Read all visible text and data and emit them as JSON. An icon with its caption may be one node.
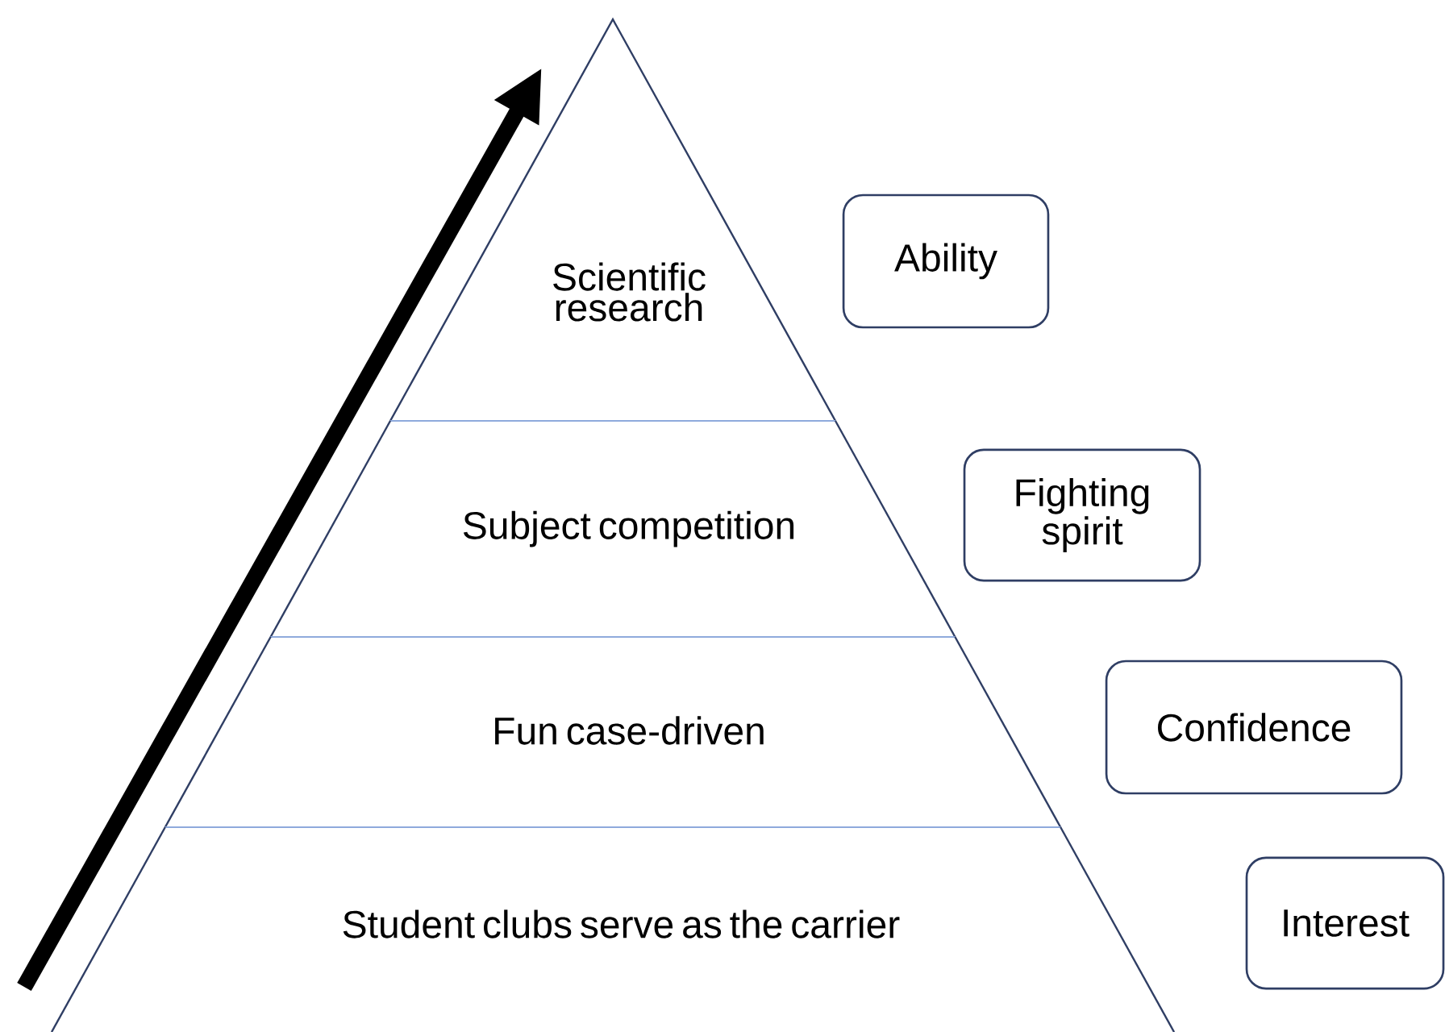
{
  "diagram": {
    "nodes": [
      {
        "text": [
          "Scientific research"
        ]
      },
      {
        "text": [
          "Subject competition"
        ]
      },
      {
        "text": [
          "Fun case-driven"
        ]
      },
      {
        "text": [
          "Student clubs serve as the carrier"
        ]
      },
      {
        "text": [
          "Ability"
        ]
      },
      {
        "text": [
          "Fighting spirit"
        ]
      },
      {
        "text": [
          "Confidence"
        ]
      },
      {
        "text": [
          "Interest"
        ]
      }
    ]
  }
}
